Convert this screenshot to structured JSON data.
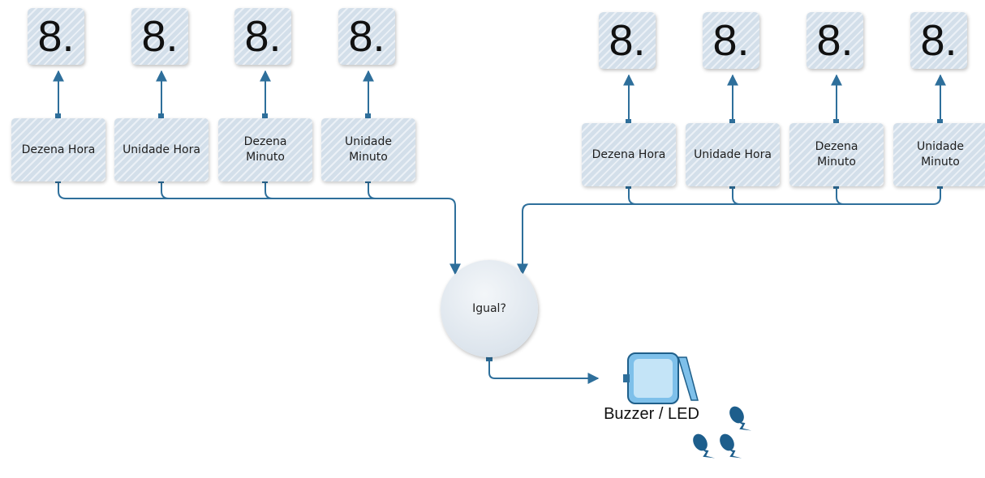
{
  "diagram": {
    "left_group": {
      "digits": [
        "8.",
        "8.",
        "8.",
        "8."
      ],
      "boxes": [
        "Dezena Hora",
        "Unidade Hora",
        "Dezena\nMinuto",
        "Unidade\nMinuto"
      ]
    },
    "right_group": {
      "digits": [
        "8.",
        "8.",
        "8.",
        "8."
      ],
      "boxes": [
        "Dezena Hora",
        "Unidade Hora",
        "Dezena\nMinuto",
        "Unidade\nMinuto"
      ]
    },
    "comparator_label": "Igual?",
    "output_label": "Buzzer / LED",
    "colors": {
      "wire": "#2e6f9b",
      "panel": "#d3dfea",
      "buzzer": "#8cc9ee"
    }
  }
}
